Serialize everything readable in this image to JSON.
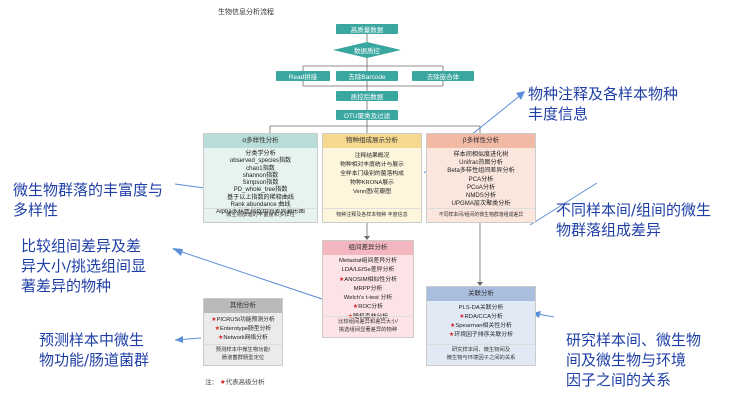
{
  "title": "生物信息分析流程",
  "flow": {
    "step1": "高质量数据",
    "step2": "数据质控",
    "branch1": "Read拼接",
    "branch2": "去除Barcode",
    "branch3": "去除嵌合体",
    "step3": "质控后数据",
    "step4": "OTU聚类及过滤"
  },
  "panels": {
    "alpha": {
      "title": "α多样性分析",
      "items": [
        "分类学分析",
        "observed_species指数",
        "chao1指数",
        "shannon指数",
        "Simpson指数",
        "PD_whole_tree指数",
        "基于以上指数的稀释曲线",
        "Rank abundance 曲线",
        "Alpha多样性指数组间差异箱形图"
      ],
      "footer": "微生物群落的丰富度和多样性"
    },
    "composition": {
      "title": "物种组成展示分析",
      "items": [
        "注释结果概况",
        "物种相对丰度统计与展示",
        "全样本门级别的菌落构成",
        "物种KRONA展示",
        "Venn图/花瓣图"
      ],
      "footer": "物种注释及各样本物种 丰度信息"
    },
    "beta": {
      "title": "β多样性分析",
      "items": [
        "样本间相似度进化树",
        "Unifrac热图分析",
        "Beta多样性组间差异分析",
        "PCA分析",
        "PCoA分析",
        "NMDS分析",
        "UPGMA层次聚类分析"
      ],
      "footer": "不同样本间/组间的微生物群落组成差异"
    },
    "diff": {
      "title": "组间差异分析",
      "items": [
        "Metastat组间差异分析",
        "LDA/LEfSe差异分析",
        "ANOSIM相似性分析",
        "MRPP分析",
        "Welch's t-test 分析",
        "ROC分析",
        "随机森林分析"
      ],
      "starred": [
        false,
        false,
        true,
        false,
        false,
        true,
        true
      ],
      "footer": "比较组间差异和差异大小/\n挑选组间显著差异的物种"
    },
    "other": {
      "title": "其他分析",
      "items": [
        "PICRUSt功能预测分析",
        "Enterotype肠型分析",
        "Network网络分析"
      ],
      "starred": [
        true,
        true,
        true
      ],
      "footer": "预测样本中微生物功能/\n肠道菌群肠型定位"
    },
    "corr": {
      "title": "关联分析",
      "items": [
        "PLS-DA关联分析",
        "RDA/CCA分析",
        "Spearman相关性分析",
        "环境因子排序关联分析"
      ],
      "starred": [
        false,
        true,
        true,
        true
      ],
      "footer": "研究样本间、微生物间及\n微生物与环境因子之间的关系"
    }
  },
  "note": {
    "prefix": "注：",
    "star": "★",
    "text": "代表高级分析"
  },
  "annotations": {
    "species": "物种注释及各样本物种\n丰度信息",
    "richness": "微生物群落的丰富度与\n多样性",
    "difference": "不同样本间/组间的微生\n物群落组成差异",
    "compare": "比较组间差异及差\n异大小/挑选组间显\n著差异的物种",
    "predict": "预测样本中微生\n物功能/肠道菌群",
    "relation": "研究样本间、微生物\n间及微生物与环境\n因子之间的关系"
  },
  "colors": {
    "flow": "#3aa6a0",
    "alpha_head": "#b8ddd8",
    "alpha_body": "#e6f3f1",
    "composition_head": "#f6d98e",
    "composition_body": "#fdf5dc",
    "beta_head": "#f2b9a4",
    "beta_body": "#fbe6de",
    "diff_head": "#f3b5be",
    "diff_body": "#fbe3e7",
    "other_head": "#b9b9b9",
    "other_body": "#ebebeb",
    "corr_head": "#a9bedf",
    "corr_body": "#e1e9f5",
    "annotation_text": "#1f3fa6",
    "arrow": "#5b8ed6",
    "star": "#d32020"
  }
}
